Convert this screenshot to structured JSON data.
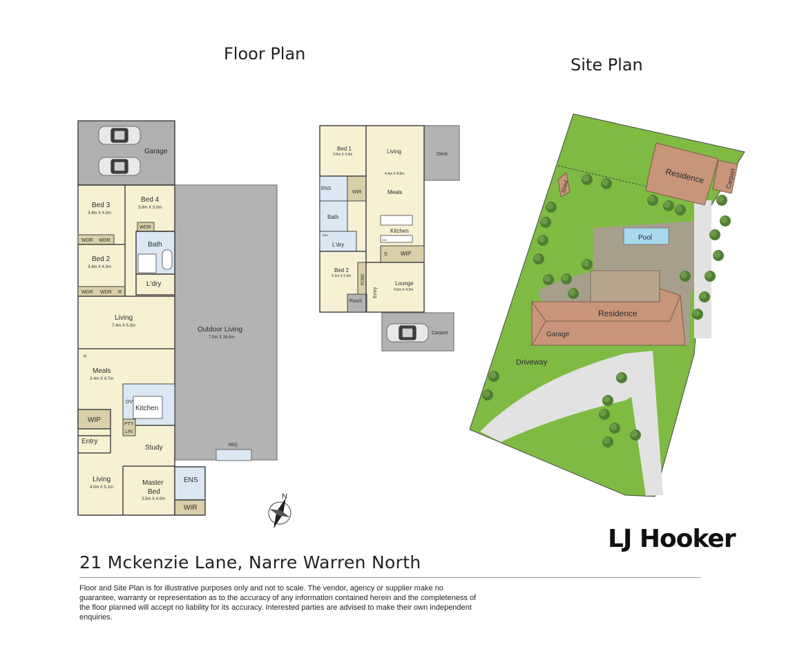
{
  "headings": {
    "floor_plan": "Floor Plan",
    "site_plan": "Site Plan"
  },
  "plan1": {
    "garage": "Garage",
    "bed3": "Bed 3",
    "bed3_dim": "3.4m X 4.0m",
    "bed4": "Bed 4",
    "bed4_dim": "3.8m X 3.0m",
    "wdr": "WDR",
    "bath": "Bath",
    "bed2": "Bed 2",
    "bed2_dim": "3.4m X 4.0m",
    "ldry": "L'dry",
    "r": "R",
    "living": "Living",
    "living_dim": "7.4m X 5.0m",
    "h": "H",
    "meals": "Meals",
    "meals_dim": "3.4m X 4.7m",
    "ov": "OV",
    "kitchen": "Kitchen",
    "wip": "WIP",
    "pty": "PTY",
    "lin": "LIN",
    "entry": "Entry",
    "study": "Study",
    "living2": "Living",
    "living2_dim": "4.0m X 5.1m",
    "master": "Master",
    "master2": "Bed",
    "master_dim": "3.5m X 4.0m",
    "ens": "ENS",
    "wir": "WIR",
    "outdoor": "Outdoor Living",
    "outdoor_dim": "7.0m X 26.0m",
    "bbq": "BBQ",
    "north": "N"
  },
  "plan2": {
    "bed1": "Bed 1",
    "bed1_dim": "3.8m X 4.3m",
    "living": "Living",
    "living_dim": "4.4m X 8.8m",
    "meals": "Meals",
    "deck": "Deck",
    "ens": "ENS",
    "wir": "WIR",
    "bath": "Bath",
    "kitchen": "Kitchen",
    "dw": "DW",
    "wm": "WM",
    "ldry": "L'dry",
    "s": "S",
    "wip": "WIP",
    "bed2": "Bed 2",
    "bed2_dim": "4.1m X 3.3m",
    "robe": "ROBE",
    "lounge": "Lounge",
    "lounge_dim": "4.5m X 4.3m",
    "entry": "Entry",
    "porch": "Porch",
    "carport": "Carport"
  },
  "site": {
    "residence_top": "Residence",
    "carport": "Carport",
    "shed": "Shed",
    "pool": "Pool",
    "residence": "Residence",
    "garage": "Garage",
    "driveway": "Driveway"
  },
  "footer": {
    "address": "21 Mckenzie Lane, Narre Warren North",
    "logo": "LJ Hooker",
    "disclaimer": "Floor and Site Plan is for illustrative purposes only and not to scale.  The vendor, agency or supplier make no guarantee, warranty or representation as to the accuracy of any information contained herein and the completeness of the floor planned will accept no liability for its accuracy.  Interested parties are advised to make their own independent enquiries."
  },
  "colors": {
    "room": "#f7f1d4",
    "wet": "#dbe7f3",
    "robe": "#d9cfa8",
    "outdoor": "#b3b3b3",
    "grass": "#7fbb43",
    "path": "#e2e2e2",
    "pool": "#a9d9ee"
  }
}
